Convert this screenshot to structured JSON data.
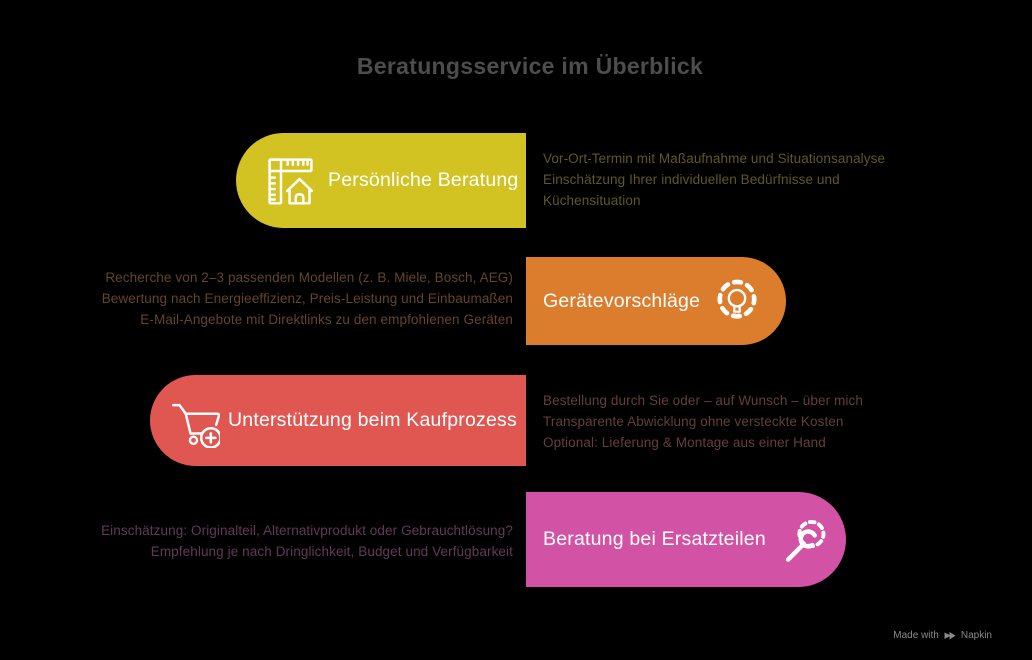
{
  "title": "Beratungsservice im Überblick",
  "colors": {
    "background": "#000000",
    "title_text": "#4d4d4d",
    "block_yellow": "#d2c322",
    "block_orange": "#dc7d2e",
    "block_red": "#e05752",
    "block_pink": "#d253a6",
    "desc_yellow": "#5e5826",
    "desc_orange": "#62452a",
    "desc_red": "#643e3e",
    "desc_pink": "#613a58",
    "label_text": "#ffffff",
    "footer_text": "#8a8a8a"
  },
  "blocks": [
    {
      "label": "Persönliche Beratung",
      "icon": "ruler-house-icon",
      "color": "#d2c322",
      "side": "left",
      "description_lines": [
        "Vor-Ort-Termin mit Maßaufnahme und Situationsanalyse",
        "Einschätzung Ihrer individuellen Bedürfnisse und",
        "Küchensituation"
      ]
    },
    {
      "label": "Gerätevorschläge",
      "icon": "gear-lightbulb-icon",
      "color": "#dc7d2e",
      "side": "right",
      "description_lines": [
        "Recherche von 2–3 passenden Modellen (z. B. Miele, Bosch, AEG)",
        "Bewertung nach Energieeffizienz, Preis-Leistung und Einbaumaßen",
        "E-Mail-Angebote mit Direktlinks zu den empfohlenen Geräten"
      ]
    },
    {
      "label": "Unterstützung beim Kaufprozess",
      "icon": "cart-plus-icon",
      "color": "#e05752",
      "side": "left",
      "description_lines": [
        "Bestellung durch Sie oder – auf Wunsch – über mich",
        "Transparente Abwicklung ohne versteckte Kosten",
        "Optional: Lieferung & Montage aus einer Hand"
      ]
    },
    {
      "label": "Beratung bei Ersatzteilen",
      "icon": "wrench-gear-icon",
      "color": "#d253a6",
      "side": "right",
      "description_lines": [
        "Einschätzung: Originalteil, Alternativprodukt oder Gebrauchtlösung?",
        "Empfehlung je nach Dringlichkeit, Budget und Verfügbarkeit"
      ]
    }
  ],
  "footer": {
    "made_with": "Made with",
    "brand": "Napkin"
  }
}
